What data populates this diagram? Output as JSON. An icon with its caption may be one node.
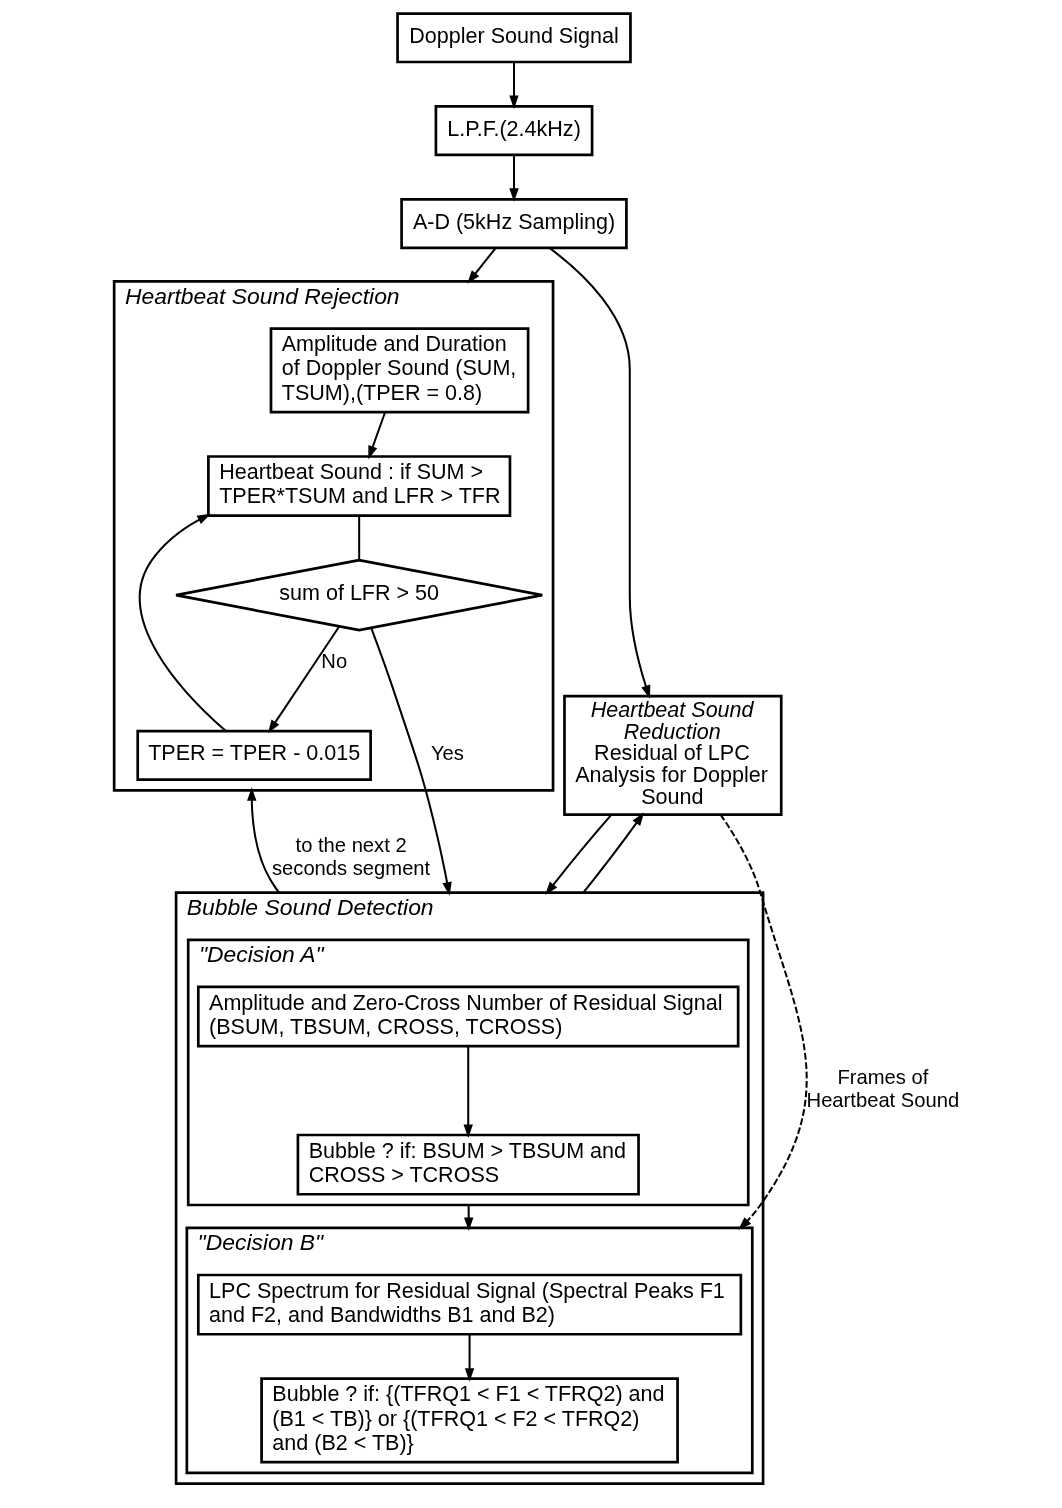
{
  "diagram": {
    "nodes": [
      {
        "text": [
          "Doppler Sound Signal"
        ]
      },
      {
        "text": [
          "L.P.F.(2.4kHz)"
        ]
      },
      {
        "text": [
          "A-D (5kHz Sampling)"
        ]
      },
      {
        "text": [
          "Heartbeat Sound Rejection"
        ]
      },
      {
        "text": [
          "Amplitude and Duration of Doppler Sound (SUM, TSUM),(TPER = 0.8)"
        ],
        "in": 3
      },
      {
        "text": [
          "Heartbeat Sound : if SUM > TPER*TSUM and LFR > TFR"
        ],
        "in": 3
      },
      {
        "text": [
          "sum of LFR > 50"
        ],
        "in": 3
      },
      {
        "text": [
          "TPER = TPER - 0.015"
        ],
        "in": 3
      },
      {
        "text": [
          "Heartbeat Sound Reduction",
          "Residual of LPC Analysis for Doppler Sound"
        ]
      },
      {
        "text": [
          "Bubble Sound Detection"
        ]
      },
      {
        "text": [
          "\"Decision A\""
        ],
        "in": 9
      },
      {
        "text": [
          "Amplitude and Zero-Cross Number of Residual Signal (BSUM, TBSUM, CROSS, TCROSS)"
        ],
        "in": 10
      },
      {
        "text": [
          "Bubble ? if: BSUM > TBSUM and CROSS > TCROSS"
        ],
        "in": 10
      },
      {
        "text": [
          "\"Decision B\""
        ],
        "in": 9
      },
      {
        "text": [
          "LPC Spectrum for Residual Signal (Spectral Peaks F1 and F2, and Bandwidths B1 and B2)"
        ],
        "in": 13
      },
      {
        "text": [
          "Bubble ? if: {(TFRQ1 < F1 < TFRQ2) and (B1 < TB)} or {(TFRQ1 < F2 < TFRQ2) and (B2 < TB)}"
        ],
        "in": 13
      }
    ],
    "edges": [
      {
        "from": 0,
        "to": 1,
        "arrow": "to"
      },
      {
        "from": 1,
        "to": 2,
        "arrow": "to"
      },
      {
        "from": 2,
        "to": 3,
        "arrow": "to"
      },
      {
        "from": 2,
        "to": 8,
        "arrow": "to"
      },
      {
        "from": 4,
        "to": 5,
        "arrow": "to"
      },
      {
        "from": 5,
        "to": 6,
        "arrow": "none"
      },
      {
        "from": 6,
        "to": 7,
        "label": "No",
        "arrow": "to"
      },
      {
        "from": 7,
        "to": 5,
        "arrow": "to"
      },
      {
        "from": 6,
        "to": 9,
        "label": "Yes",
        "arrow": "to"
      },
      {
        "from": 8,
        "to": 9,
        "arrow": "to"
      },
      {
        "from": 8,
        "to": 13,
        "label": "Frames of Heartbeat Sound",
        "arrow": "to",
        "style": "dashed"
      },
      {
        "from": 11,
        "to": 12,
        "arrow": "to"
      },
      {
        "from": 10,
        "to": 13,
        "arrow": "to"
      },
      {
        "from": 14,
        "to": 15,
        "arrow": "to"
      },
      {
        "from": 9,
        "to": 3,
        "label": "to the next 2 seconds segment",
        "arrow": "to"
      },
      {
        "from": 9,
        "to": 8,
        "arrow": "to"
      }
    ]
  }
}
